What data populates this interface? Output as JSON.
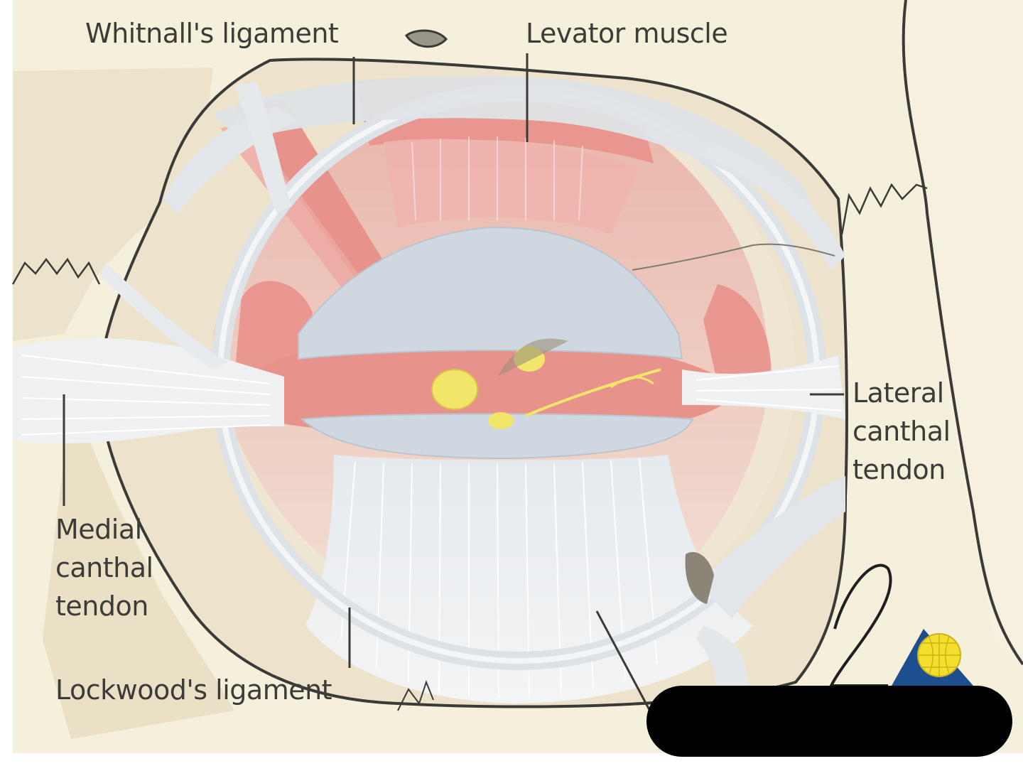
{
  "labels": {
    "whitnall": "Whitnall's ligament",
    "levator": "Levator muscle",
    "lateral_1": "Lateral",
    "lateral_2": "canthal",
    "lateral_3": "tendon",
    "medial_1": "Medial",
    "medial_2": "canthal",
    "medial_3": "tendon",
    "lockwood": "Lockwood's ligament"
  },
  "colors": {
    "background": "#f5f0dc",
    "bone": "#ebe2c9",
    "orbit_interior": "#ede2cb",
    "ligament": "#dfe3e7",
    "ligament_highlight": "#f4f5f6",
    "muscle": "#e9a09a",
    "muscle_light": "#f2c4be",
    "tarsal_plate": "#c9d3dc",
    "nerve": "#f2e66a",
    "outline": "#3a3a36",
    "logo_blue": "#1d4f8f",
    "logo_yellow": "#f4df2c",
    "redaction": "#000000"
  },
  "icons": {
    "logo": "publisher-logo",
    "redaction": "redaction-bar"
  }
}
